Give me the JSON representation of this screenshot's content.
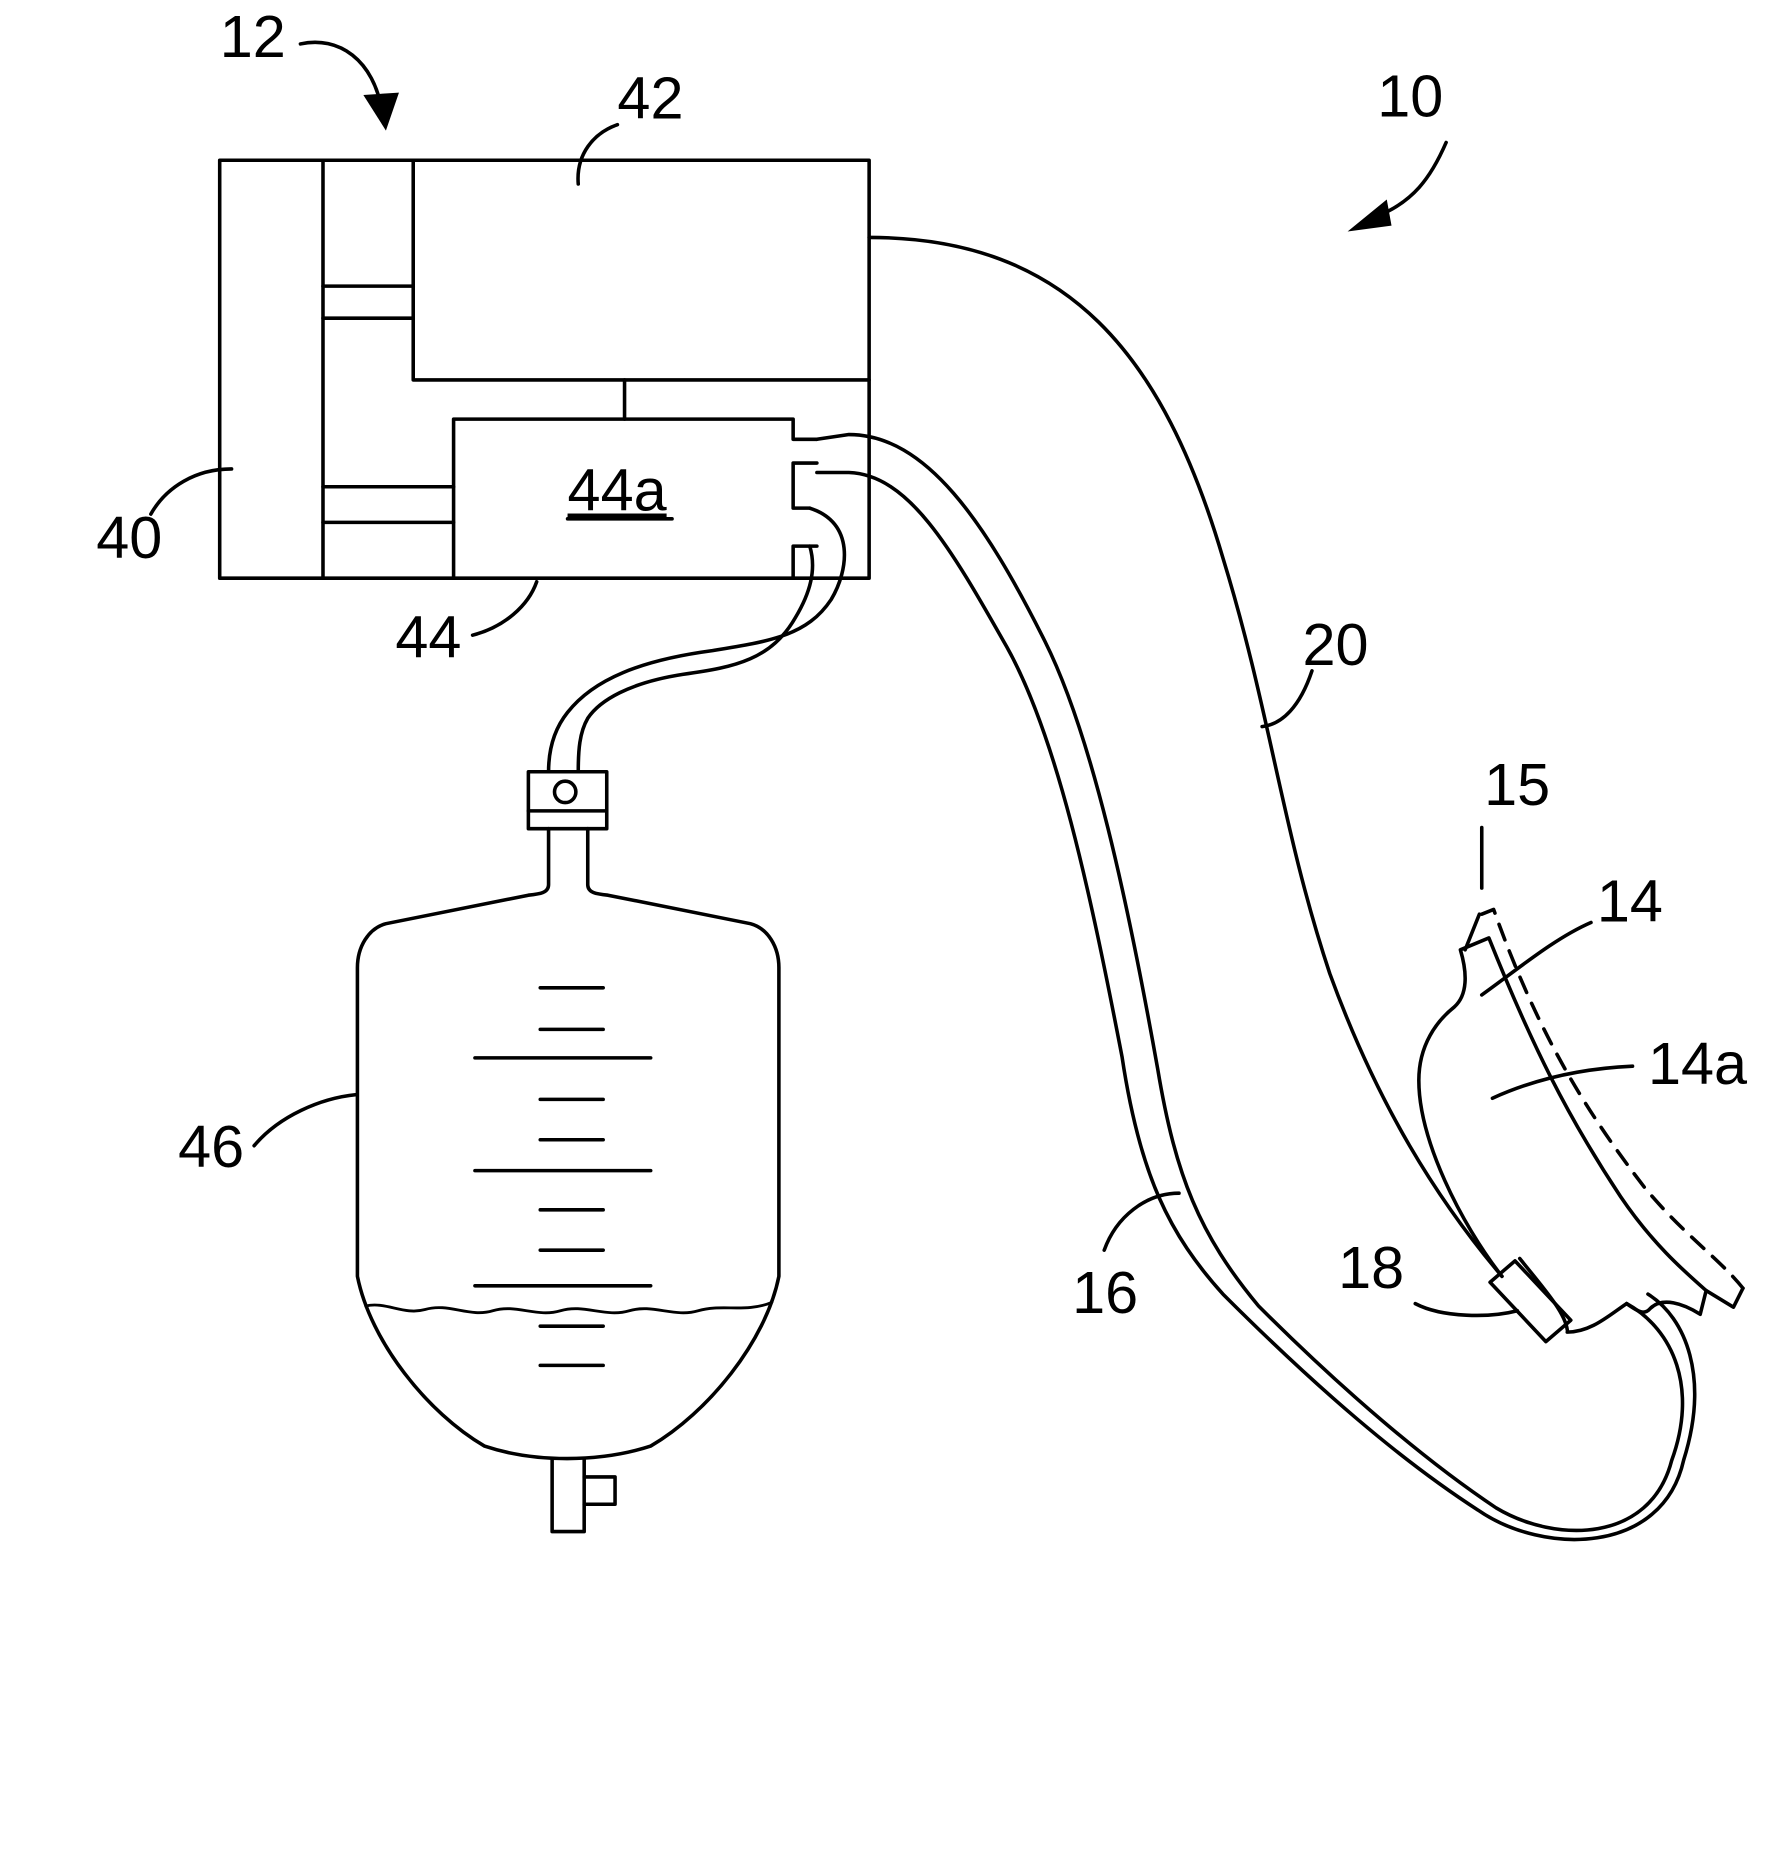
{
  "labels": {
    "system": "10",
    "controller": "12",
    "mask": "14",
    "mask_interior": "14a",
    "mask_edge": "15",
    "drain_tube": "16",
    "sensor": "18",
    "supply_tube": "20",
    "housing_wall": "40",
    "blower": "42",
    "pump": "44",
    "pump_chamber": "44a",
    "collection_bag": "46"
  }
}
